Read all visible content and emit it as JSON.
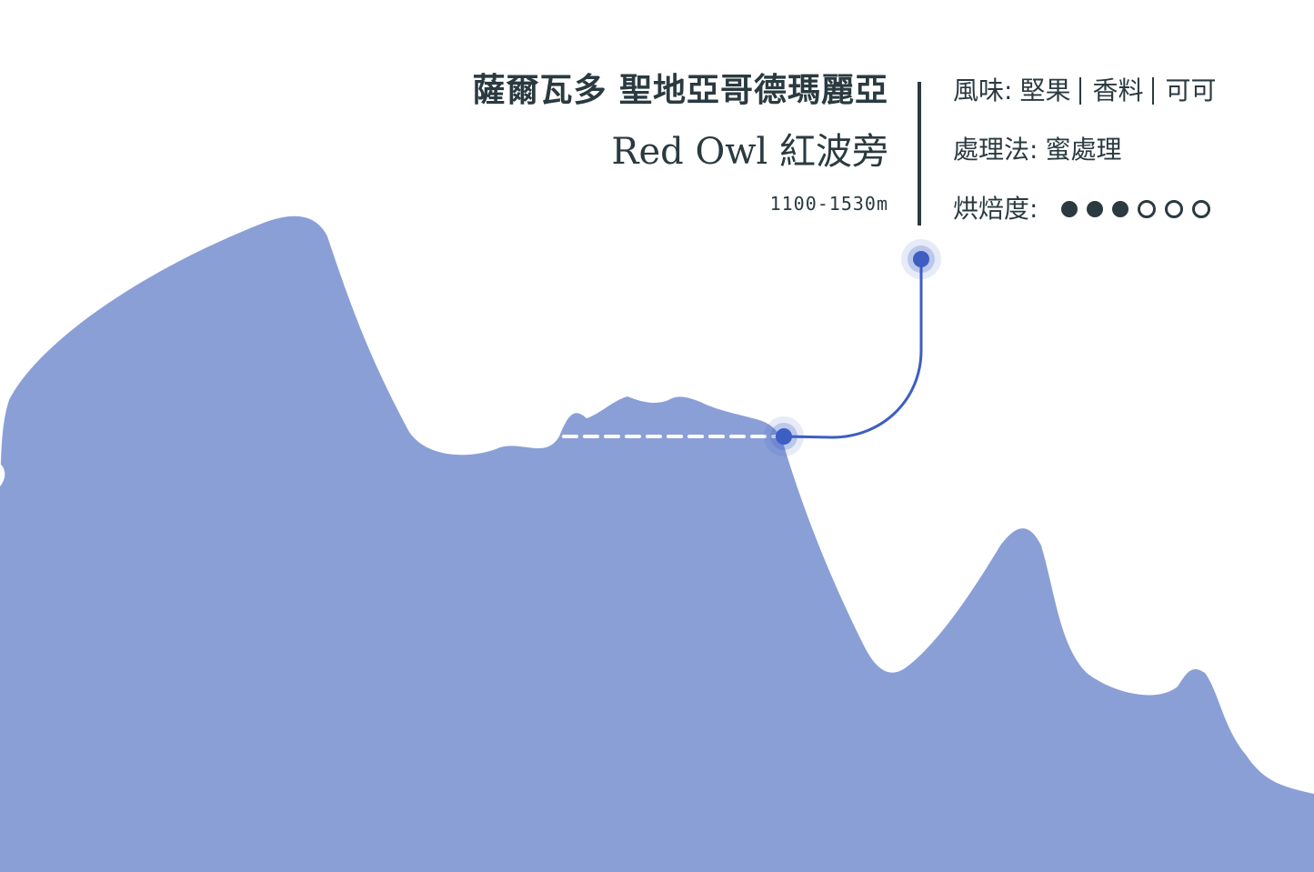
{
  "origin": {
    "name_zh": "薩爾瓦多 聖地亞哥德瑪麗亞",
    "farm": "Red Owl 紅波旁",
    "altitude": "1100-1530m"
  },
  "details": {
    "flavor_label": "風味:",
    "flavor_notes": [
      "堅果",
      "香料",
      "可可"
    ],
    "process_label": "處理法:",
    "process_value": "蜜處理",
    "roast_label": "烘焙度:",
    "roast_level": 3,
    "roast_scale": 6
  },
  "colors": {
    "mountain": "#8a9fd6",
    "accent": "#3d5ec2",
    "text": "#2a3a40",
    "dashed_line": "#ffffff"
  },
  "icons": {
    "roast_filled": "filled-circle",
    "roast_empty": "hollow-circle",
    "location_marker": "pulse-dot"
  }
}
